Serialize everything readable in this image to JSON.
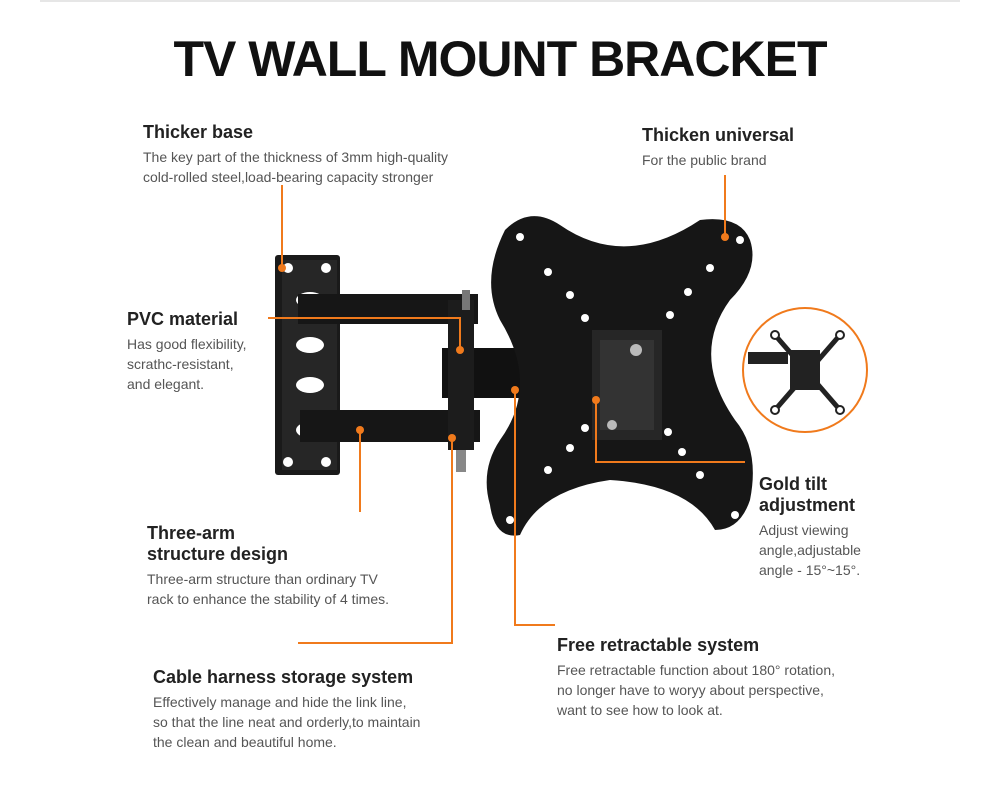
{
  "title": "TV WALL MOUNT BRACKET",
  "accent_color": "#f07a1c",
  "callouts": {
    "thicker_base": {
      "title": "Thicker base",
      "lines": [
        "The key part of the thickness of 3mm high-quality",
        "cold-rolled steel,load-bearing capacity stronger"
      ]
    },
    "thicken_universal": {
      "title": "Thicken universal",
      "lines": [
        "For the public brand"
      ]
    },
    "pvc_material": {
      "title": "PVC material",
      "lines": [
        "Has good flexibility,",
        "scrathc-resistant,",
        "and elegant."
      ]
    },
    "gold_tilt": {
      "title_lines": [
        "Gold tilt",
        "adjustment"
      ],
      "lines": [
        "Adjust viewing",
        "angle,adjustable",
        "angle - 15°~15°."
      ]
    },
    "three_arm": {
      "title_lines": [
        "Three-arm",
        "structure design"
      ],
      "lines": [
        "Three-arm structure than ordinary TV",
        "rack to enhance the stability of 4 times."
      ]
    },
    "free_retractable": {
      "title": "Free retractable system",
      "lines": [
        "Free retractable function about 180° rotation,",
        "no longer have to woryy about perspective,",
        "want to see how to look at."
      ]
    },
    "cable_harness": {
      "title": "Cable harness storage system",
      "lines": [
        "Effectively manage and hide the link line,",
        "so that the line neat and orderly,to maintain",
        "the clean and beautiful home."
      ]
    }
  }
}
